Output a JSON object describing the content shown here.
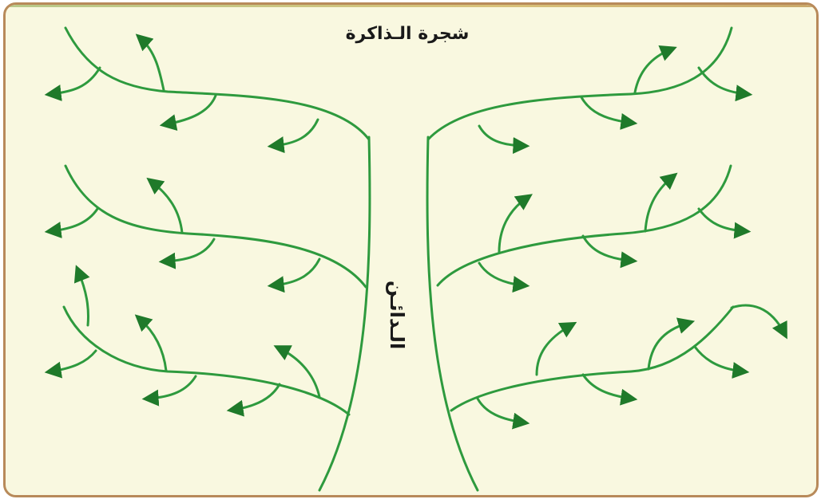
{
  "diagram": {
    "title": "شجرة الـذاكرة",
    "trunk_label": "الـدائـن",
    "colors": {
      "frame_background": "#f9f8e0",
      "frame_border": "#b88a5a",
      "branch": "#2e9a3e",
      "arrow": "#1f7a2a",
      "text": "#1a1a1a"
    },
    "structure": {
      "trunk_halves": 2,
      "branches_per_side": 3,
      "arrows": "curved twig arrows pointing outward"
    }
  }
}
